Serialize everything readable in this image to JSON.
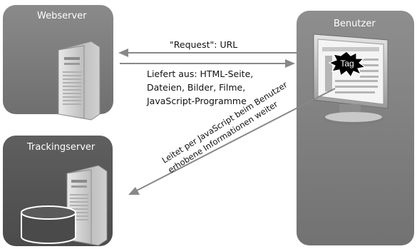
{
  "webserver": {
    "title": "Webserver"
  },
  "user": {
    "title": "Benutzer",
    "tag": "Tag"
  },
  "trackingserver": {
    "title": "Trackingserver"
  },
  "request": {
    "label": "\"Request\": URL"
  },
  "delivers": {
    "lines": [
      "Liefert aus: HTML-Seite,",
      "Dateien, Bilder, Filme,",
      "JavaScript-Programme"
    ]
  },
  "tracking": {
    "lines": [
      "Leitet per JavaScript beim Benutzer",
      "erhobene Informationen weiter"
    ]
  },
  "colors": {
    "panel_light": "#808080",
    "panel_dark": "#555555",
    "arrow": "#888888",
    "tag": "#000000"
  }
}
